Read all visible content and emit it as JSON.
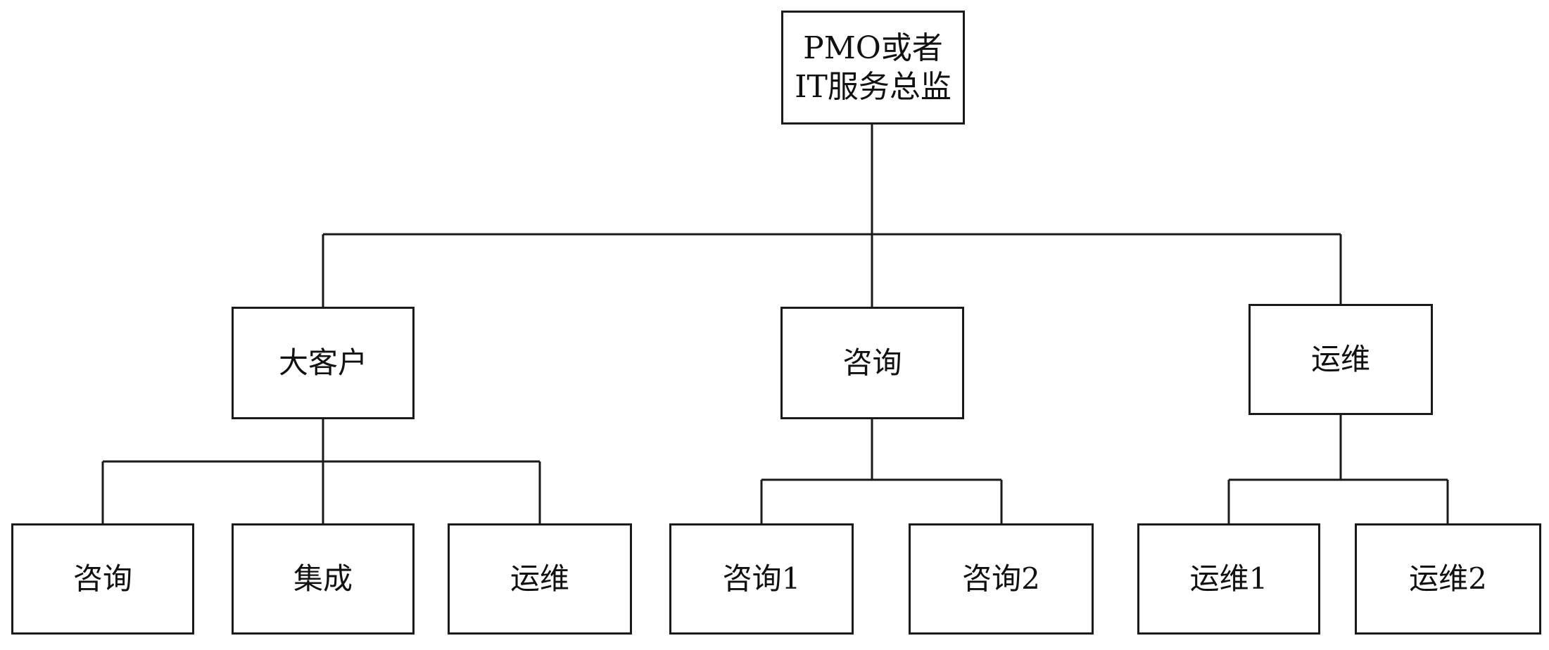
{
  "root": {
    "line1": "PMO或者",
    "line2": "IT服务总监"
  },
  "departments": [
    {
      "label": "大客户",
      "children": [
        "咨询",
        "集成",
        "运维"
      ]
    },
    {
      "label": "咨询",
      "children": [
        "咨询1",
        "咨询2"
      ]
    },
    {
      "label": "运维",
      "children": [
        "运维1",
        "运维2"
      ]
    }
  ]
}
